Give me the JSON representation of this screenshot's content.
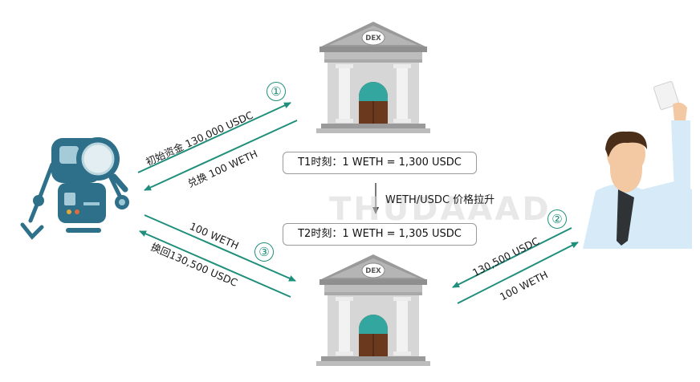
{
  "colors": {
    "accent": "#1f8f7c",
    "bank_gray": "#8a8a8a",
    "robot_teal": "#2e6f8a",
    "door_teal": "#33a6a0",
    "door_brown": "#6b3a1e"
  },
  "dex_top": {
    "label": "DEX"
  },
  "dex_bottom": {
    "label": "DEX"
  },
  "steps": {
    "one": "①",
    "two": "②",
    "three": "③"
  },
  "arrows": {
    "initial_funds": "初始资金 130,000 USDC",
    "swap_weth": "兑换 100 WETH",
    "return_weth": "100 WETH",
    "swap_back": "换回130,500 USDC",
    "user_usdc": "130,500 USDC",
    "user_weth": "100 WETH"
  },
  "price": {
    "t1": "T1时刻：1 WETH = 1,300 USDC",
    "change": "WETH/USDC 价格拉升",
    "t2": "T2时刻：1 WETH = 1,305 USDC"
  },
  "watermark": "THUDAAAD",
  "icons": {
    "robot": "robot-icon",
    "user": "user-icon",
    "bank": "bank-icon"
  }
}
